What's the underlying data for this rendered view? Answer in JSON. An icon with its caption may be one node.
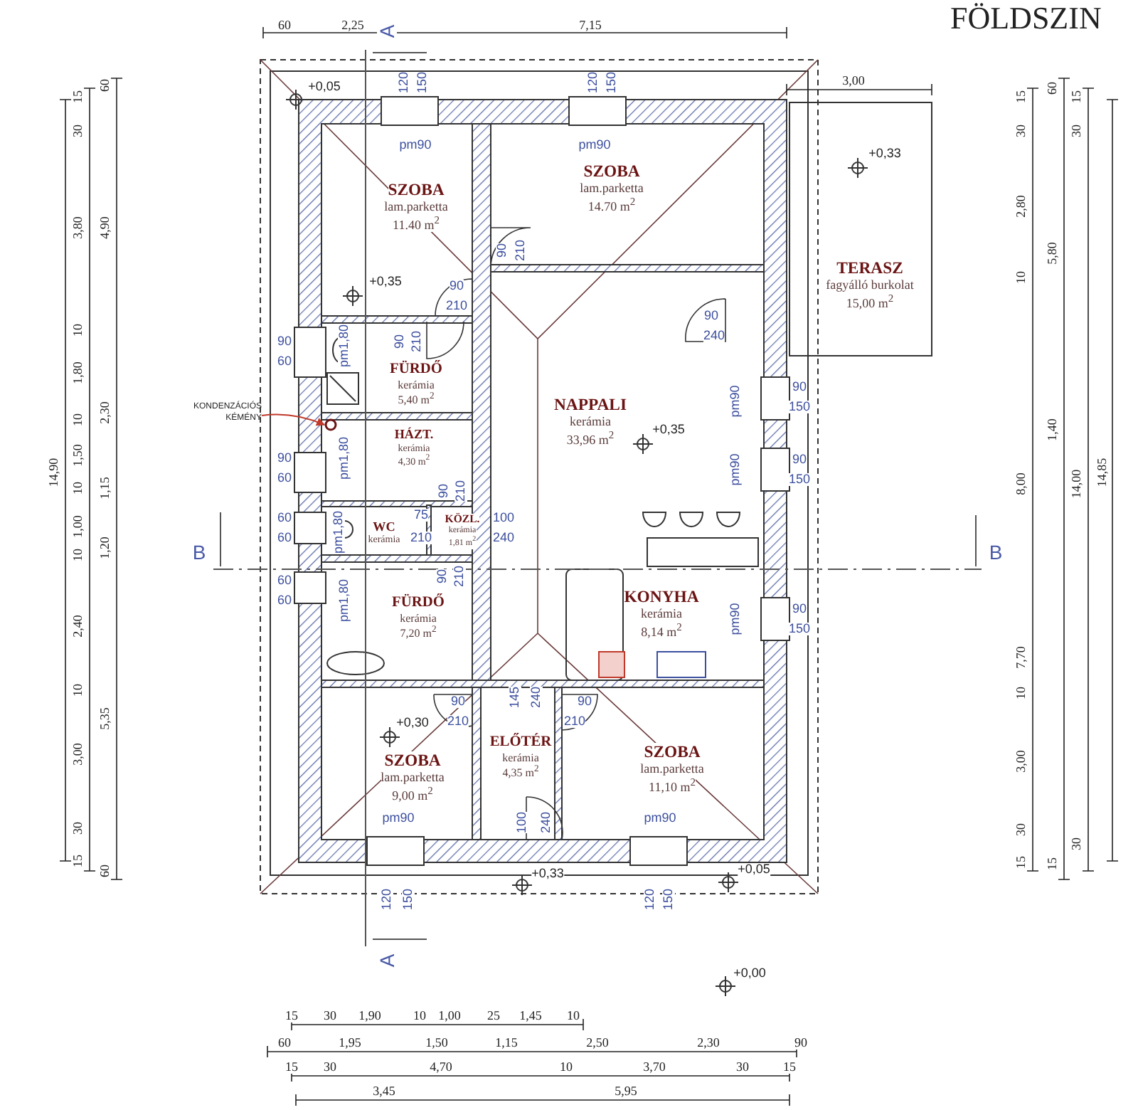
{
  "diagram": {
    "title": "FÖLDSZIN",
    "nodes": [
      {
        "text": [
          "SZOBA",
          "lam.parketta",
          "11.40 m$^{2}$"
        ]
      },
      {
        "text": [
          "SZOBA",
          "lam.parketta",
          "14.70 m$^{2}$"
        ]
      },
      {
        "text": [
          "TERASZ",
          "fagyálló burkolat",
          "15,00 m$^{2}$"
        ]
      },
      {
        "text": [
          "FÜRDŐ",
          "kerámia",
          "5,40 m$^{2}$"
        ]
      },
      {
        "text": [
          "HÁZT.",
          "kerámia",
          "4,30 m$^{2}$"
        ]
      },
      {
        "text": [
          "WC",
          "kerámia"
        ]
      },
      {
        "text": [
          "KÖZL.",
          "kerámia",
          "1,81 m$^{2}$"
        ]
      },
      {
        "text": [
          "NAPPALI",
          "kerámia",
          "33,96 m$^{2}$"
        ]
      },
      {
        "text": [
          "KONYHA",
          "kerámia",
          "8,14 m$^{2}$"
        ]
      },
      {
        "text": [
          "FÜRDŐ",
          "kerámia",
          "7,20 m$^{2}$"
        ]
      },
      {
        "text": [
          "SZOBA",
          "lam.parketta",
          "9,00 m$^{2}$"
        ]
      },
      {
        "text": [
          "ELŐTÉR",
          "kerámia",
          "4,35 m$^{2}$"
        ]
      },
      {
        "text": [
          "SZOBA",
          "lam.parketta",
          "11,10 m$^{2}$"
        ]
      },
      {
        "text": [
          "KONDENZÁCIÓS KÉMÉNY"
        ]
      },
      {
        "text": [],
        "shape": "circle"
      }
    ],
    "edges": [
      {
        "from": 13,
        "to": 14,
        "arrow": "to",
        "color": "#c0392b"
      }
    ],
    "labels": [
      "60",
      "2,25",
      "A",
      "7,15",
      "3,00",
      "+0,05",
      "120",
      "150",
      "120",
      "150",
      "pm90",
      "pm90",
      "+0,33",
      "90",
      "210",
      "+0,35",
      "90",
      "210",
      "90",
      "240",
      "90",
      "60",
      "pm1,80",
      "90",
      "210",
      "pm90",
      "90",
      "150",
      "+0,35",
      "90",
      "60",
      "pm1,80",
      "90",
      "210",
      "pm90",
      "90",
      "150",
      "60",
      "60",
      "pm1,80",
      "75",
      "210",
      "100",
      "240",
      "B",
      "B",
      "60",
      "60",
      "pm1,80",
      "90",
      "210",
      "pm90",
      "90",
      "150",
      "90",
      "+0,30",
      "210",
      "145",
      "240",
      "90",
      "210",
      "pm90",
      "100",
      "240",
      "pm90",
      "+0,33",
      "+0,05",
      "120",
      "150",
      "120",
      "150",
      "A",
      "+0,00",
      "15",
      "30",
      "3,80",
      "10",
      "1,80",
      "10",
      "1,50",
      "10",
      "1,00",
      "10",
      "2,40",
      "10",
      "3,00",
      "30",
      "15",
      "60",
      "4,90",
      "2,30",
      "1,15",
      "1,20",
      "5,35",
      "60",
      "14,90",
      "15",
      "30",
      "2,80",
      "10",
      "8,00",
      "7,70",
      "10",
      "3,00",
      "30",
      "15",
      "60",
      "5,80",
      "1,40",
      "15",
      "15",
      "30",
      "14,00",
      "30",
      "14,85",
      "15",
      "30",
      "1,90",
      "10",
      "1,00",
      "25",
      "1,45",
      "10",
      "60",
      "1,95",
      "1,50",
      "1,15",
      "2,50",
      "2,30",
      "90",
      "15",
      "30",
      "4,70",
      "10",
      "3,70",
      "30",
      "15",
      "3,45",
      "5,95"
    ]
  }
}
